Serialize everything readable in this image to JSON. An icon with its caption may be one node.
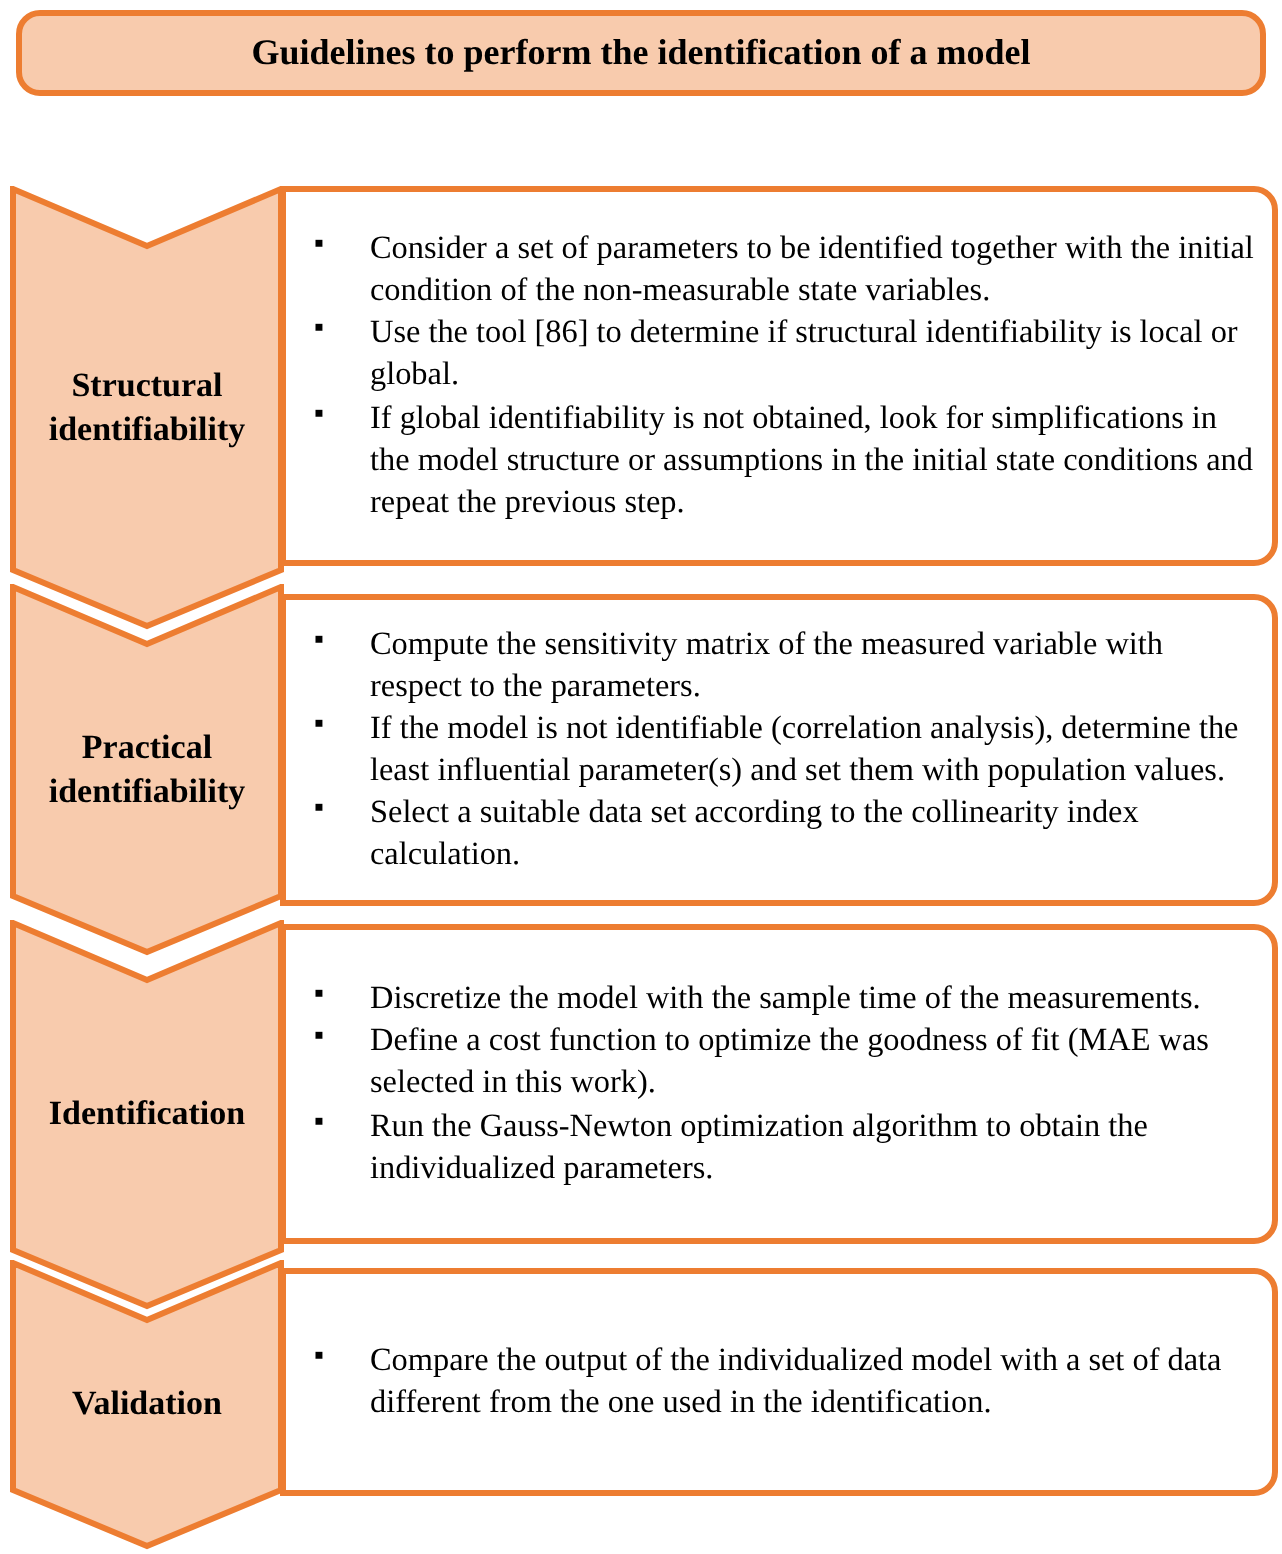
{
  "diagram": {
    "nodes": [
      {
        "text": [
          "Guidelines to perform the identification of a model"
        ]
      },
      {
        "text": [
          "Structural identifiability"
        ]
      },
      {
        "text": [
          "Consider a set of parameters to be identified together with the initial condition of the non-measurable state variables.",
          "Use the tool [86] to determine if structural identifiability is local or global.",
          "If global identifiability is not obtained, look for simplifications in the model structure or assumptions in the initial state conditions and repeat the previous step."
        ]
      },
      {
        "text": [
          "Practical identifiability"
        ]
      },
      {
        "text": [
          "Compute the sensitivity matrix of the measured variable with respect to the parameters.",
          "If the model is not identifiable (correlation analysis), determine the least influential parameter(s) and set them with population values.",
          "Select a suitable data set according to the collinearity index calculation."
        ]
      },
      {
        "text": [
          "Identification"
        ]
      },
      {
        "text": [
          "Discretize the model with the sample time of the measurements.",
          "Define a cost function to optimize the goodness of fit (MAE was selected in this work).",
          "Run the Gauss-Newton optimization algorithm to obtain the individualized parameters."
        ]
      },
      {
        "text": [
          "Validation"
        ]
      },
      {
        "text": [
          "Compare the output of the individualized model with a set of data different from the one used in the identification."
        ]
      }
    ],
    "edges": [],
    "labels": [
      "▪",
      "▪",
      "▪",
      "▪",
      "▪",
      "▪",
      "▪",
      "▪",
      "▪",
      "▪"
    ]
  }
}
